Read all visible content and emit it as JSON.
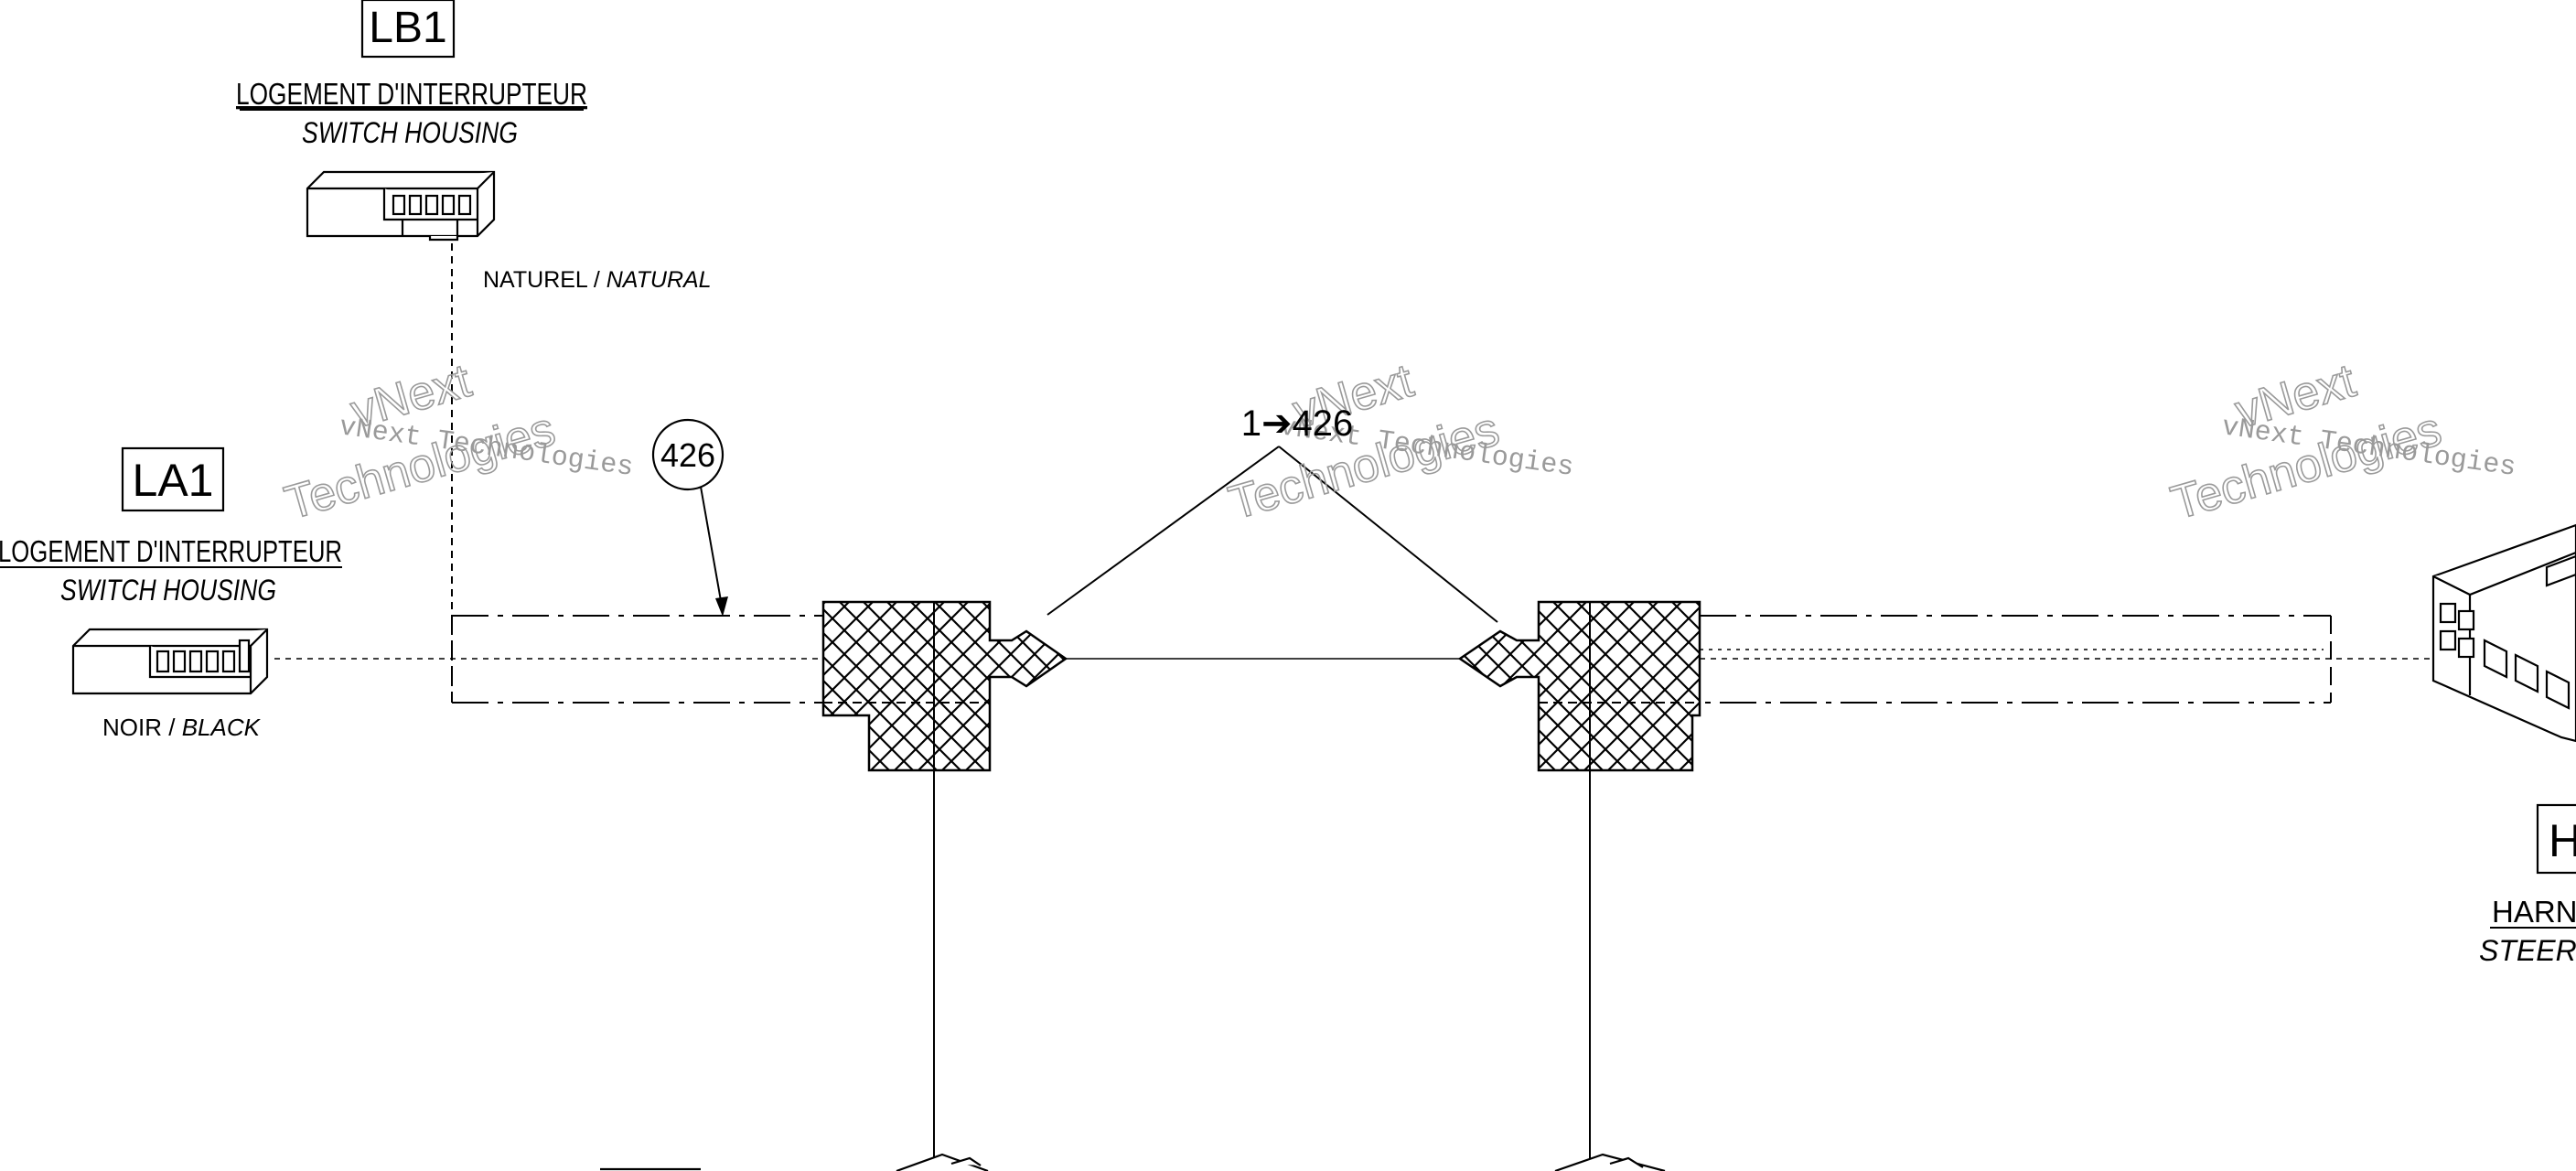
{
  "connectors": {
    "lb1": {
      "code": "LB1",
      "name_fr": "LOGEMENT D'INTERRUPTEUR",
      "name_en": "SWITCH HOUSING",
      "color_fr": "NATUREL /",
      "color_en": "NATURAL"
    },
    "la1": {
      "code": "LA1",
      "name_fr": "LOGEMENT D'INTERRUPTEUR",
      "name_en": "SWITCH HOUSING",
      "color_fr": "NOIR /",
      "color_en": "BLACK"
    },
    "right": {
      "code": "H",
      "name_fr": "HARNA",
      "name_en": "STEERIN"
    }
  },
  "callouts": {
    "balloon": "426",
    "range": "1➔426"
  },
  "watermark": {
    "small": "vNext Technologies",
    "big_top": "vNext",
    "big_bottom": "Technologies"
  },
  "colors": {
    "ink": "#000000",
    "watermark": "#9a9a9a",
    "background": "#ffffff"
  },
  "icons": {
    "connector": "connector-housing-icon",
    "splice": "crosshatched-splice-icon"
  }
}
